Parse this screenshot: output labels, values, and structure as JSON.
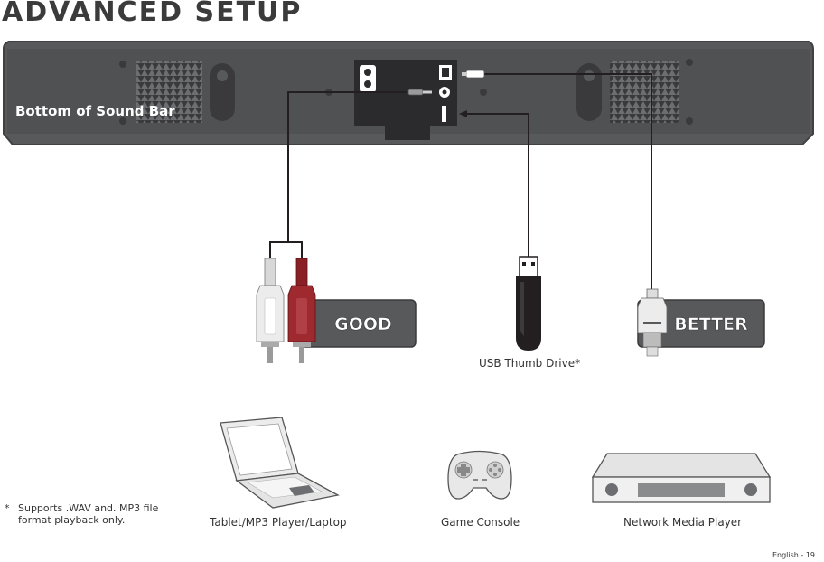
{
  "page": {
    "title": "ADVANCED SETUP",
    "page_number": "English - 19"
  },
  "soundbar": {
    "label": "Bottom of Sound Bar"
  },
  "connections": {
    "good_label": "GOOD",
    "better_label": "BETTER",
    "usb_label": "USB Thumb Drive*"
  },
  "devices": {
    "laptop_label": "Tablet/MP3 Player/Laptop",
    "console_label": "Game Console",
    "media_player_label": "Network Media Player"
  },
  "footnote": {
    "marker": "*",
    "text": "Supports .WAV and. MP3 file format playback only."
  },
  "colors": {
    "soundbar": "#58595b",
    "soundbar_edge": "#414042",
    "badge": "#58595b",
    "rca_red": "#9e2a2f",
    "rca_white": "#ececec",
    "usb_body": "#231f20"
  }
}
